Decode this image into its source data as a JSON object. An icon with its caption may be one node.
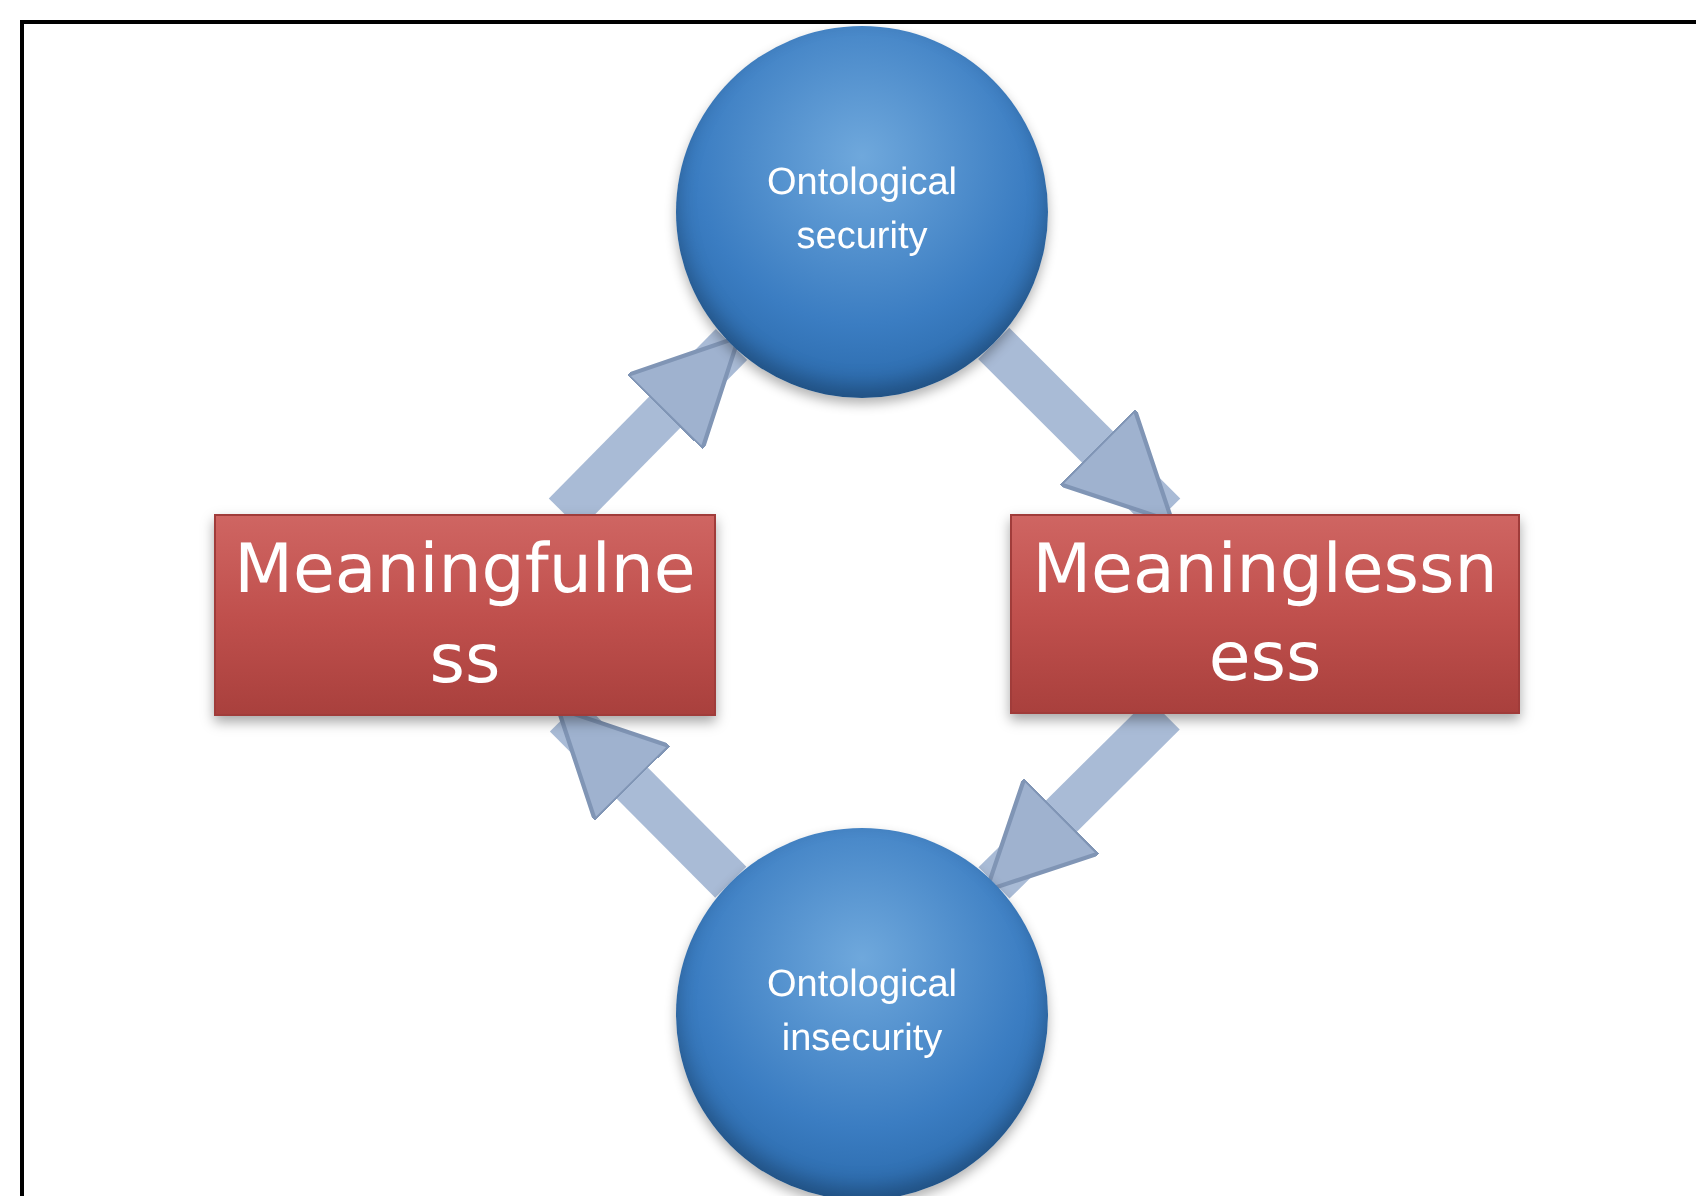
{
  "diagram": {
    "nodes": [
      {
        "text": [
          "Ontological security"
        ]
      },
      {
        "text": [
          "Meaningfulness"
        ]
      },
      {
        "text": [
          "Meaninglessness"
        ]
      },
      {
        "text": [
          "Ontological insecurity"
        ]
      }
    ],
    "edges": [
      {
        "from": 1,
        "to": 0,
        "arrow": "to"
      },
      {
        "from": 0,
        "to": 2,
        "arrow": "to"
      },
      {
        "from": 2,
        "to": 3,
        "arrow": "to"
      },
      {
        "from": 3,
        "to": 1,
        "arrow": "to"
      }
    ]
  }
}
